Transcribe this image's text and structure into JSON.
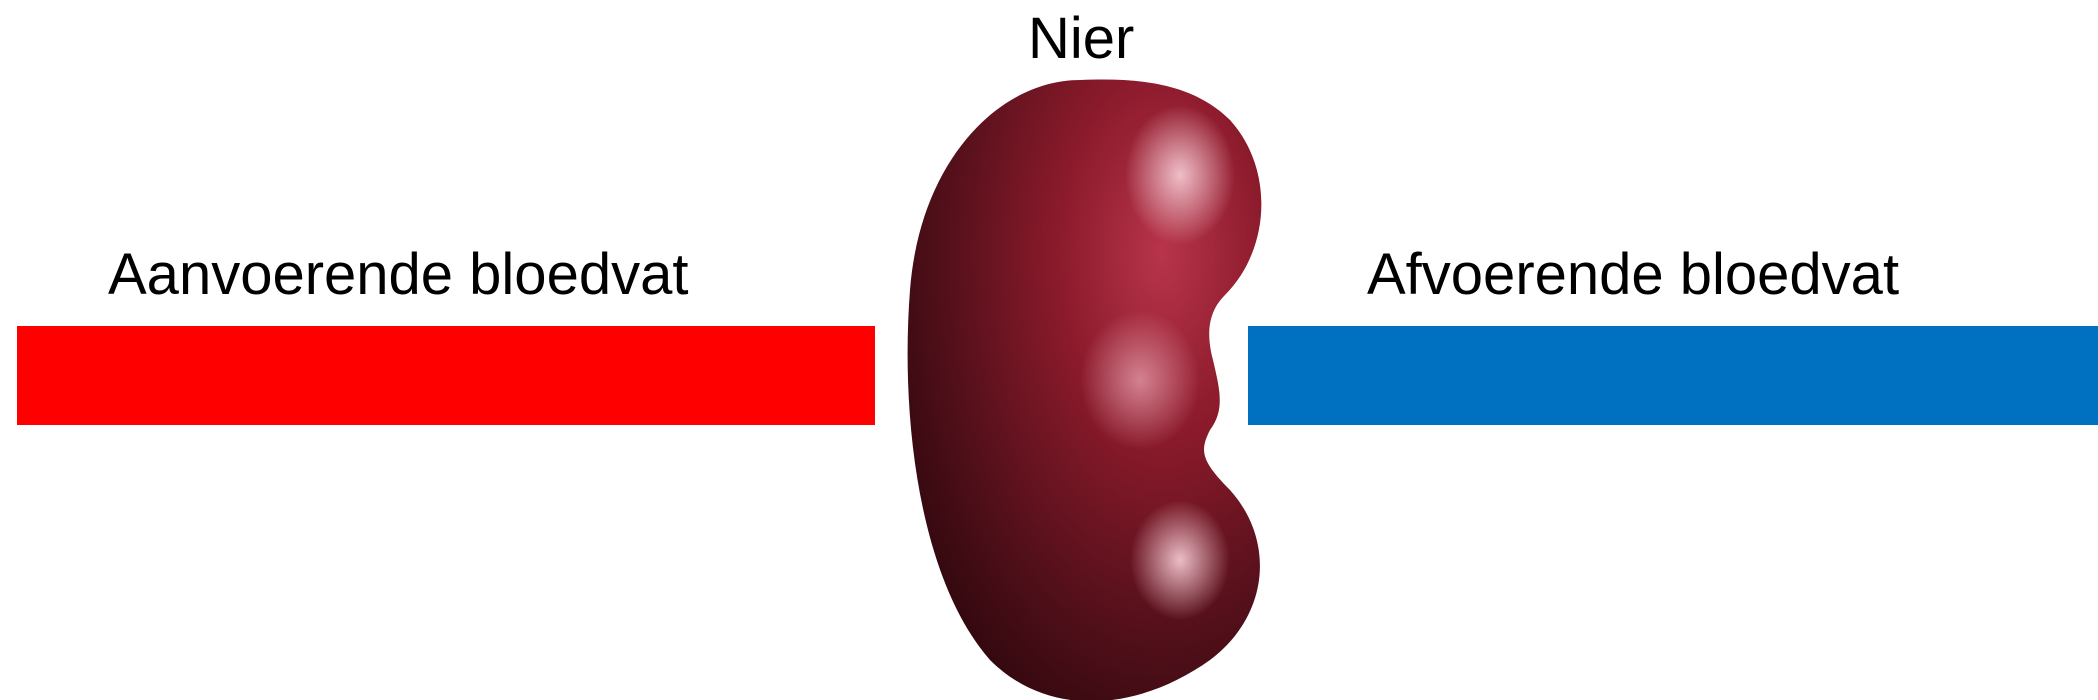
{
  "labels": {
    "organ": "Nier",
    "incoming_vessel": "Aanvoerende bloedvat",
    "outgoing_vessel": "Afvoerende bloedvat"
  },
  "colors": {
    "incoming_vessel": "#ff0000",
    "outgoing_vessel": "#0070c0",
    "kidney": "#8a1a2b"
  },
  "icons": {
    "organ": "kidney-icon"
  }
}
